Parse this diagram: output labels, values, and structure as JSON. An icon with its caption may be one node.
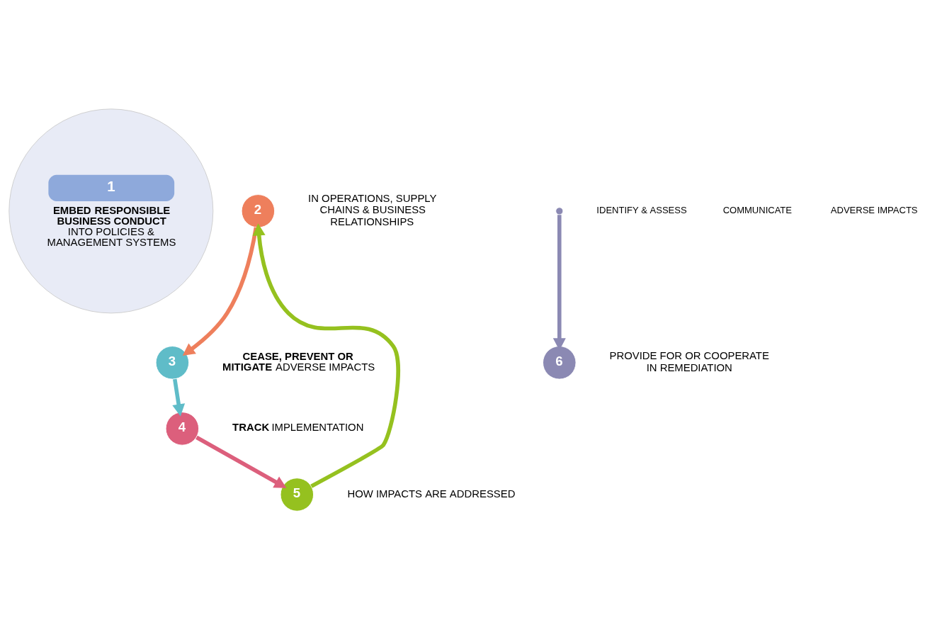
{
  "diagram": {
    "nodes": [
      {
        "text": [
          "1",
          "**EMBED RESPONSIBLE BUSINESS CONDUCT** INTO POLICIES & MANAGEMENT SYSTEMS"
        ]
      },
      {
        "text": [
          "2"
        ],
        "beside": [
          "IN OPERATIONS, SUPPLY CHAINS & BUSINESS RELATIONSHIPS"
        ]
      },
      {
        "text": [
          "3"
        ],
        "beside": [
          "**CEASE, PREVENT OR MITIGATE** ADVERSE IMPACTS"
        ]
      },
      {
        "text": [
          "4"
        ],
        "beside": [
          "**TRACK** IMPLEMENTATION"
        ]
      },
      {
        "text": [
          "5"
        ],
        "beside": [
          "HOW IMPACTS ARE ADDRESSED"
        ]
      },
      {
        "text": [],
        "shape": "circle"
      },
      {
        "text": [
          "6"
        ],
        "beside": [
          "PROVIDE FOR OR COOPERATE IN REMEDIATION"
        ]
      }
    ],
    "edges": [
      {
        "from": 4,
        "to": 1,
        "arrow": "to",
        "color": "#95c11f"
      },
      {
        "from": 1,
        "to": 2,
        "arrow": "to",
        "color": "#ee7f5c"
      },
      {
        "from": 2,
        "to": 3,
        "arrow": "to",
        "color": "#5fbcc8"
      },
      {
        "from": 3,
        "to": 4,
        "arrow": "to",
        "color": "#dc5f7c"
      },
      {
        "from": 5,
        "to": 6,
        "arrow": "to",
        "color": "#8b89b3"
      }
    ],
    "labels": [
      "IDENTIFY & ASSESS",
      "COMMUNICATE",
      "ADVERSE IMPACTS"
    ]
  }
}
